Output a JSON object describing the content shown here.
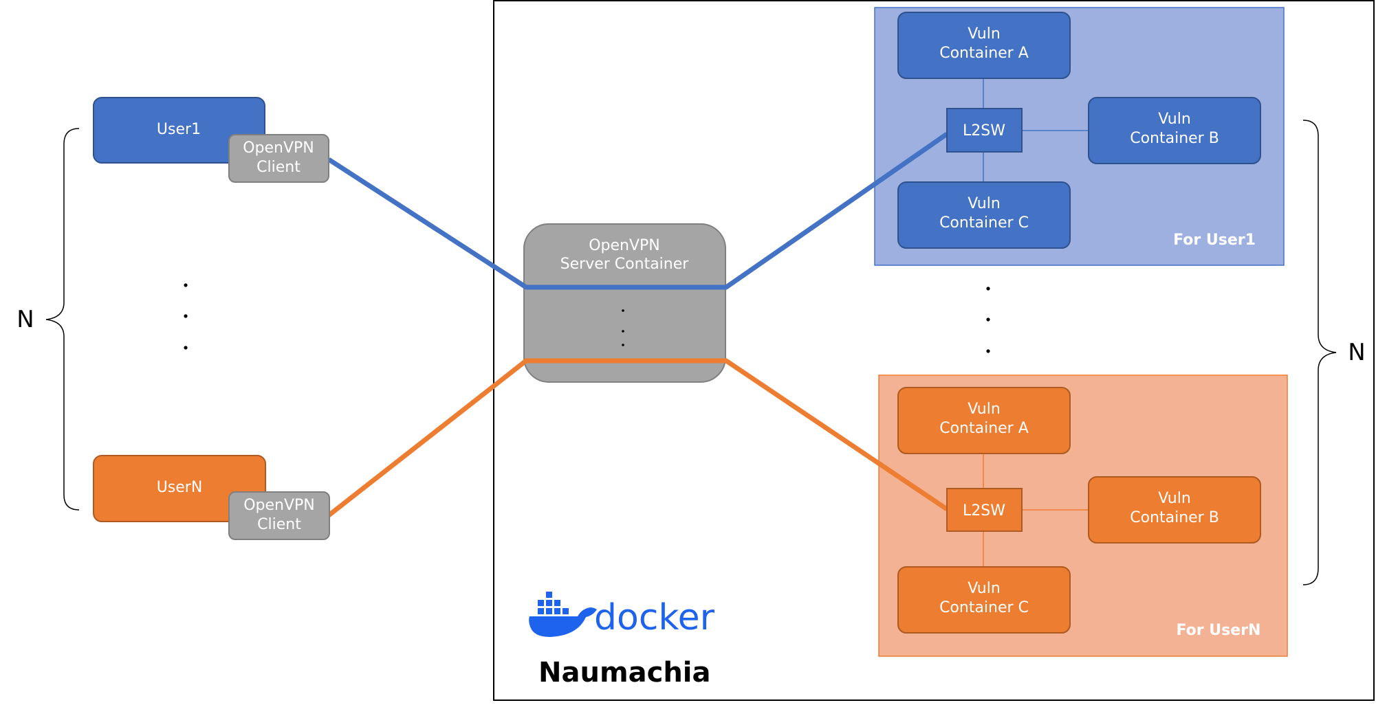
{
  "colors": {
    "blue": "#4472C4",
    "blue_border": "#2F528F",
    "orange": "#ED7D31",
    "orange_border": "#AE5A21",
    "gray": "#A5A5A5",
    "gray_border": "#7F7F7F",
    "blue_area": "#9DB0DF",
    "orange_area": "#F4B295",
    "docker_blue": "#1D63ED",
    "line_thin_blue": "#4472C4",
    "line_thin_orange": "#ED7D31"
  },
  "left": {
    "user1": {
      "label": "User1",
      "client_line1": "OpenVPN",
      "client_line2": "Client"
    },
    "userN": {
      "label": "UserN",
      "client_line1": "OpenVPN",
      "client_line2": "Client"
    },
    "brace_label": "N",
    "ellipsis": "·"
  },
  "server": {
    "line1": "OpenVPN",
    "line2": "Server Container",
    "ellipsis": "·"
  },
  "groups": {
    "user1": {
      "caption": "For User1",
      "vuln_a": {
        "line1": "Vuln",
        "line2": "Container A"
      },
      "vuln_b": {
        "line1": "Vuln",
        "line2": "Container B"
      },
      "vuln_c": {
        "line1": "Vuln",
        "line2": "Container C"
      },
      "switch": "L2SW"
    },
    "userN": {
      "caption": "For UserN",
      "vuln_a": {
        "line1": "Vuln",
        "line2": "Container A"
      },
      "vuln_b": {
        "line1": "Vuln",
        "line2": "Container B"
      },
      "vuln_c": {
        "line1": "Vuln",
        "line2": "Container C"
      },
      "switch": "L2SW"
    },
    "ellipsis": "·"
  },
  "right_brace_label": "N",
  "docker_logo_text": "docker",
  "title": "Naumachia"
}
